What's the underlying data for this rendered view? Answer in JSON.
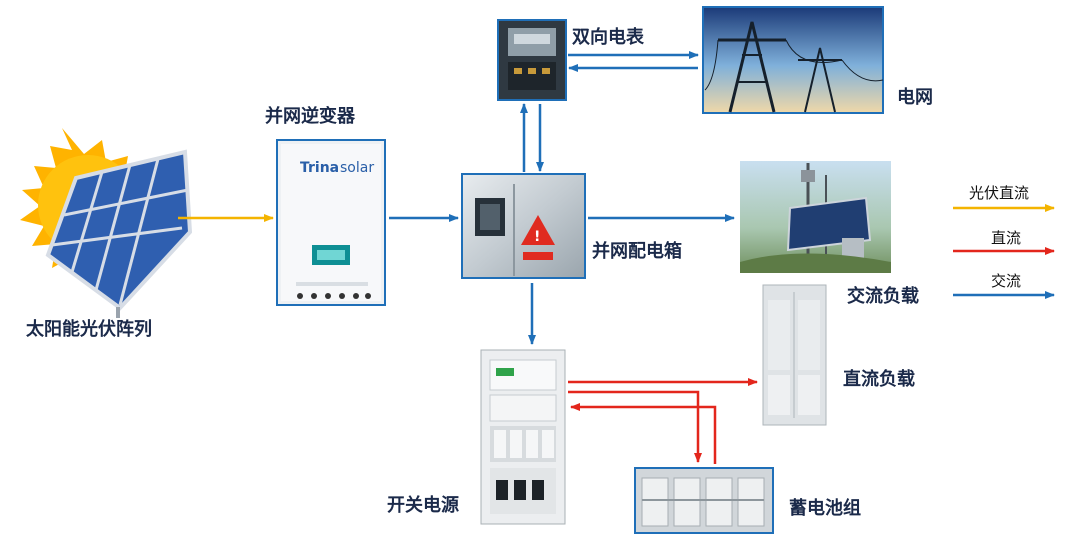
{
  "labels": {
    "solar_array": "太阳能光伏阵列",
    "inverter": "并网逆变器",
    "bidirectional_meter": "双向电表",
    "grid": "电网",
    "distribution_box": "并网配电箱",
    "ac_load": "交流负载",
    "dc_load": "直流负载",
    "switching_power": "开关电源",
    "battery_bank": "蓄电池组"
  },
  "inverter_brand": {
    "brand_a": "Trina",
    "brand_b": "solar"
  },
  "legend": [
    {
      "label": "光伏直流",
      "color": "#f4b400"
    },
    {
      "label": "直流",
      "color": "#e3261c"
    },
    {
      "label": "交流",
      "color": "#1f6fb8"
    }
  ],
  "colors": {
    "pv_dc": "#f4b400",
    "dc": "#e3261c",
    "ac": "#1f6fb8",
    "label_text": "#1b2a4a"
  }
}
